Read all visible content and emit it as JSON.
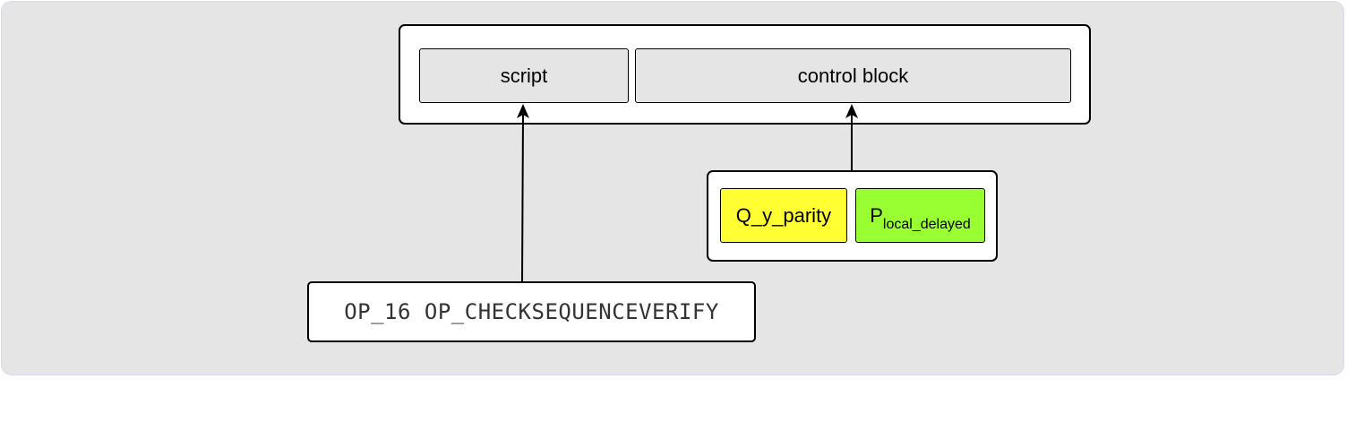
{
  "diagram": {
    "witness": {
      "script_label": "script",
      "control_block_label": "control block"
    },
    "control_block_parts": {
      "parity_label": "Q_y_parity",
      "pubkey_main": "P",
      "pubkey_sub": "local_delayed"
    },
    "script_content": "OP_16 OP_CHECKSEQUENCEVERIFY"
  },
  "colors": {
    "background": "#e5e5e5",
    "parity_fill": "#ffff33",
    "pubkey_fill": "#99ff33"
  }
}
